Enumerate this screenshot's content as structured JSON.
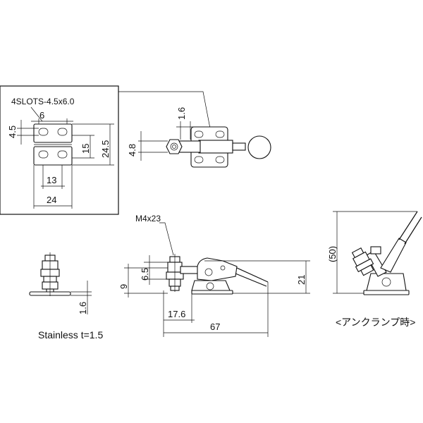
{
  "labels": {
    "slots": "4SLOTS-4.5x6.0",
    "bolt": "M4x23",
    "material": "Stainless t=1.5",
    "unclamp": "<アンクランプ時>"
  },
  "dims": {
    "d6": "6",
    "d4_5": "4.5",
    "d15": "15",
    "d24_5": "24.5",
    "d13": "13",
    "d24": "24",
    "d1_6_top": "1.6",
    "d4_8": "4.8",
    "d1_6_side": "1.6",
    "d9": "9",
    "d6_5": "6.5",
    "d17_6": "17.6",
    "d67": "67",
    "d21": "21",
    "d50": "(50)"
  }
}
